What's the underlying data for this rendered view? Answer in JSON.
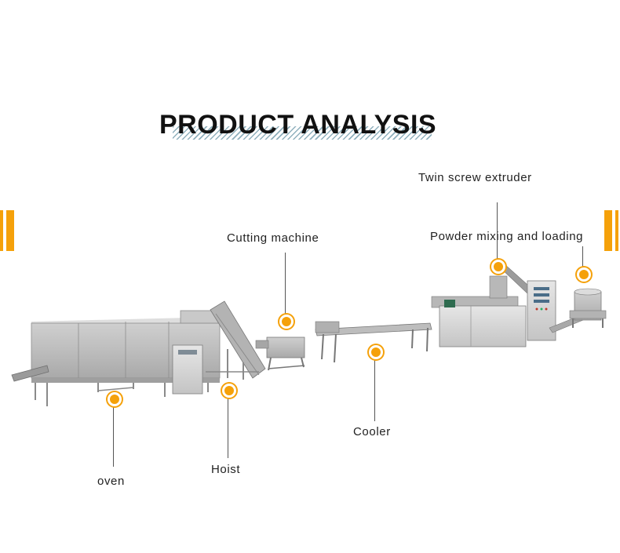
{
  "title": "PRODUCT ANALYSIS",
  "accent_color": "#f5a10a",
  "labels": {
    "twin_screw_extruder": "Twin screw extruder",
    "powder_mixing": "Powder mixing and loading",
    "cutting_machine": "Cutting machine",
    "cooler": "Cooler",
    "hoist": "Hoist",
    "oven": "oven"
  }
}
